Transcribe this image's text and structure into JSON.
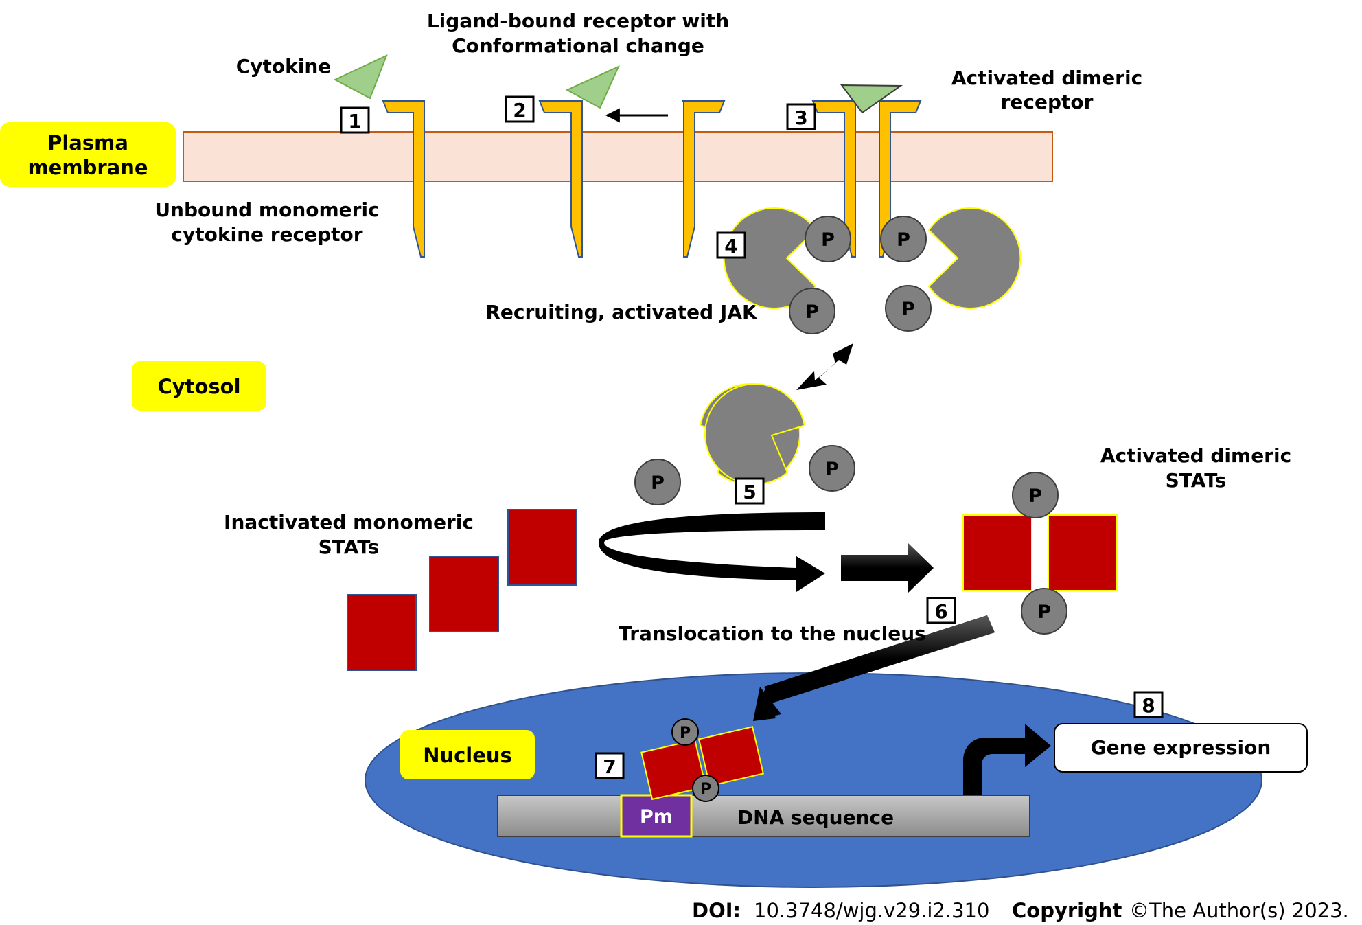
{
  "labels": {
    "plasma_membrane_line1": "Plasma",
    "plasma_membrane_line2": "membrane",
    "cytosol": "Cytosol",
    "nucleus": "Nucleus",
    "cytokine": "Cytokine",
    "ligand_bound_line1": "Ligand-bound receptor with",
    "ligand_bound_line2": "Conformational change",
    "activated_dimeric_receptor_line1": "Activated dimeric",
    "activated_dimeric_receptor_line2": "receptor",
    "unbound_monomeric_line1": "Unbound monomeric",
    "unbound_monomeric_line2": "cytokine receptor",
    "recruiting_jak": "Recruiting, activated JAK",
    "inactivated_stats_line1": "Inactivated monomeric",
    "inactivated_stats_line2": "STATs",
    "activated_stats_line1": "Activated dimeric",
    "activated_stats_line2": "STATs",
    "translocation": "Translocation to the nucleus",
    "gene_expression": "Gene expression",
    "dna_sequence": "DNA sequence",
    "promoter": "Pm",
    "phosphate": "P"
  },
  "steps": [
    "1",
    "2",
    "3",
    "4",
    "5",
    "6",
    "7",
    "8"
  ],
  "footer": {
    "doi_label": "DOI:",
    "doi_value": "10.3748/wjg.v29.i2.310",
    "copyright_label": "Copyright",
    "copyright_value": "©The Author(s) 2023."
  },
  "colors": {
    "membrane_fill": "#fae3d6",
    "membrane_stroke": "#c55a11",
    "label_box": "#ffff00",
    "receptor": "#ffc000",
    "cytokine": "#9fcf8a",
    "jak": "#808080",
    "stat": "#c00000",
    "nucleus": "#4472c4",
    "promoter": "#7030a0",
    "dna": "#a6a6a6"
  }
}
